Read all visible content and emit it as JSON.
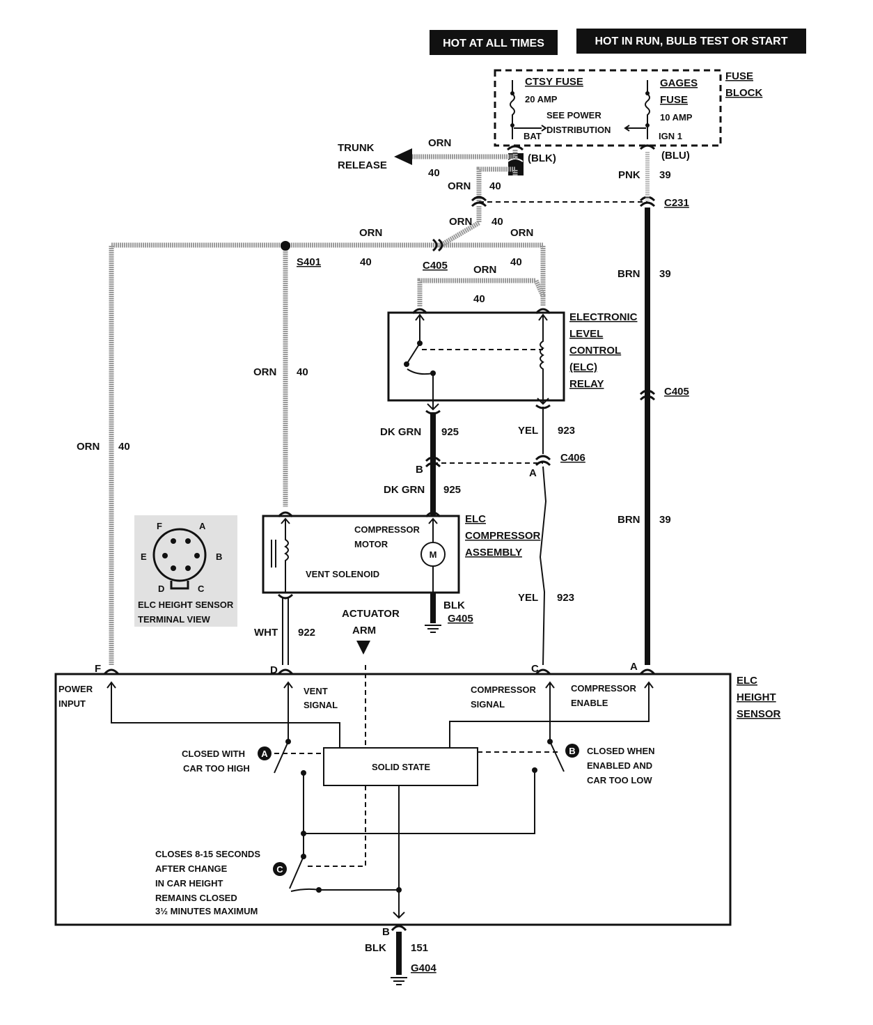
{
  "legend": {
    "hot_always": "HOT AT ALL TIMES",
    "hot_run": "HOT IN RUN,  BULB TEST OR START"
  },
  "fuse_block": {
    "label_1": "FUSE",
    "label_2": "BLOCK",
    "ctsy_fuse": "CTSY FUSE",
    "ctsy_amp": "20 AMP",
    "see_power": "SEE POWER",
    "distribution": "DISTRIBUTION",
    "bat": "BAT",
    "gages_1": "GAGES",
    "gages_2": "FUSE",
    "gages_amp": "10 AMP",
    "ign": "IGN 1",
    "conn_blk": "(BLK)",
    "conn_blu": "(BLU)"
  },
  "trunk": {
    "line1": "TRUNK",
    "line2": "RELEASE"
  },
  "wires": {
    "orn": "ORN",
    "n40": "40",
    "pnk": "PNK",
    "n39": "39",
    "brn": "BRN",
    "dkgrn": "DK GRN",
    "n925": "925",
    "yel": "YEL",
    "n923": "923",
    "wht": "WHT",
    "n922": "922",
    "blk": "BLK",
    "n151": "151"
  },
  "connectors": {
    "c231": "C231",
    "c405": "C405",
    "c406": "C406",
    "s401": "S401",
    "g405": "G405",
    "g404": "G404",
    "pin_a": "A",
    "pin_b": "B",
    "pin_c": "C",
    "pin_d": "D",
    "pin_f": "F"
  },
  "relay": {
    "l1": "ELECTRONIC",
    "l2": "LEVEL",
    "l3": "CONTROL",
    "l4": "(ELC)",
    "l5": "RELAY"
  },
  "compressor": {
    "motor_1": "COMPRESSOR",
    "motor_2": "MOTOR",
    "vent": "VENT SOLENOID",
    "m": "M",
    "l1": "ELC",
    "l2": "COMPRESSOR",
    "l3": "ASSEMBLY"
  },
  "terminal_view": {
    "l1": "ELC HEIGHT SENSOR",
    "l2": "TERMINAL VIEW",
    "f": "F",
    "a": "A",
    "e": "E",
    "b": "B",
    "d": "D",
    "c": "C"
  },
  "actuator": {
    "l1": "ACTUATOR",
    "l2": "ARM"
  },
  "sensor": {
    "l1": "ELC",
    "l2": "HEIGHT",
    "l3": "SENSOR",
    "power_1": "POWER",
    "power_2": "INPUT",
    "vent_1": "VENT",
    "vent_2": "SIGNAL",
    "csig_1": "COMPRESSOR",
    "csig_2": "SIGNAL",
    "cen_1": "COMPRESSOR",
    "cen_2": "ENABLE",
    "solid": "SOLID STATE",
    "a_1": "CLOSED WITH",
    "a_2": "CAR TOO HIGH",
    "b_1": "CLOSED WHEN",
    "b_2": "ENABLED AND",
    "b_3": "CAR TOO LOW",
    "c_1": "CLOSES 8-15 SECONDS",
    "c_2": "AFTER CHANGE",
    "c_3": "IN CAR HEIGHT",
    "c_4": "REMAINS CLOSED",
    "c_5": "3½ MINUTES MAXIMUM",
    "mark_a": "A",
    "mark_b": "B",
    "mark_c": "C"
  }
}
